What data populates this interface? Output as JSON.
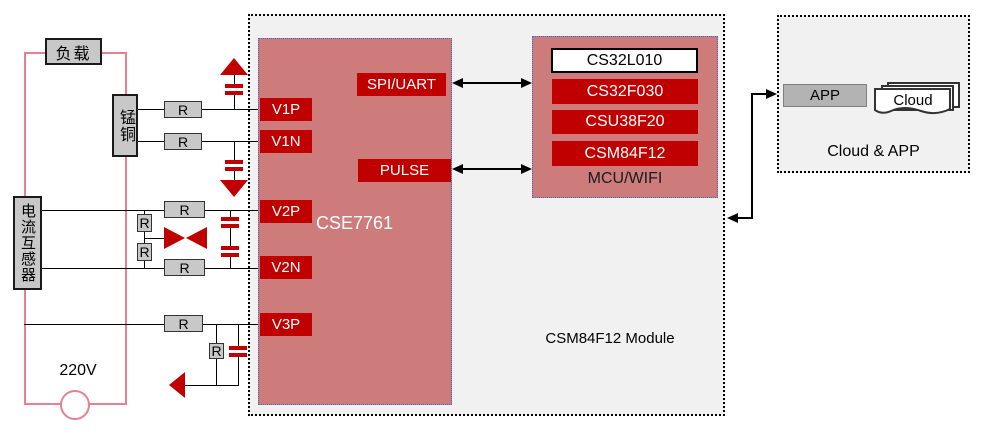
{
  "left_circuit": {
    "load_label": "负载",
    "shunt_label": "锰铜",
    "transformer_label": "电流互感器",
    "mains_label": "220V",
    "resistor_label": "R"
  },
  "module": {
    "caption": "CSM84F12 Module",
    "cse7761": {
      "title": "CSE7761",
      "pins": {
        "v1p": "V1P",
        "v1n": "V1N",
        "v2p": "V2P",
        "v2n": "V2N",
        "v3p": "V3P"
      },
      "ports": {
        "spi_uart": "SPI/UART",
        "pulse": "PULSE"
      }
    },
    "mcu": {
      "caption": "MCU/WIFI",
      "chips": [
        "CS32L010",
        "CS32F030",
        "CSU38F20",
        "CSM84F12"
      ]
    }
  },
  "cloud": {
    "app_label": "APP",
    "cloud_label": "Cloud",
    "caption": "Cloud & APP"
  },
  "colors": {
    "accent_red": "#c00000",
    "block_rose": "#cd7b7b",
    "wire_pink": "#e87f90",
    "component_gray": "#c8c8c8",
    "panel_gray": "#f1f1f1",
    "block_border_blue": "#3b6cc7"
  }
}
